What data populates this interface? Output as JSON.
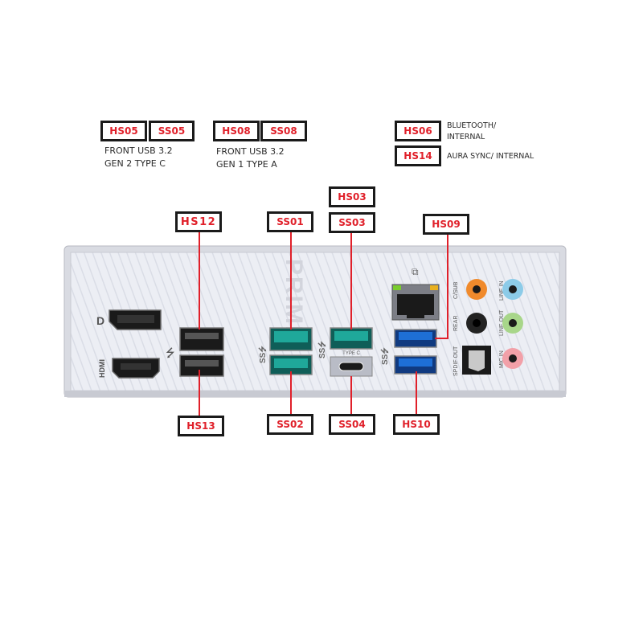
{
  "front_headers": [
    {
      "labels": [
        "HS05",
        "SS05"
      ],
      "note": [
        "FRONT USB 3.2",
        "GEN 2 TYPE C"
      ]
    },
    {
      "labels": [
        "HS08",
        "SS08"
      ],
      "note": [
        "FRONT USB 3.2",
        "GEN 1 TYPE A"
      ]
    }
  ],
  "internal": [
    {
      "label": "HS06",
      "note": [
        "BLUETOOTH/",
        "INTERNAL"
      ]
    },
    {
      "label": "HS14",
      "note": [
        "AURA SYNC/ INTERNAL"
      ]
    }
  ],
  "port_tags": {
    "hs12": "HS12",
    "hs13": "HS13",
    "ss01": "SS01",
    "ss02": "SS02",
    "hs03": "HS03",
    "ss03": "SS03",
    "ss04": "SS04",
    "hs09": "HS09",
    "hs10": "HS10"
  },
  "panel": {
    "brand": "PRIME",
    "hdmi": "HDMI",
    "typec": "TYPE C",
    "audio": [
      "C/SUB",
      "REAR",
      "LINE IN",
      "LINE OUT",
      "MIC IN"
    ],
    "spdif": "SPDIF OUT"
  },
  "colors": {
    "tag_text": "#e0202a",
    "usb_gen2": "#1fa89a",
    "usb_gen1": "#1e6fd6",
    "jack_orange": "#f08a2c",
    "jack_blue": "#8ccbe8",
    "jack_green": "#a8d68a",
    "jack_pink": "#f2a0a8"
  }
}
